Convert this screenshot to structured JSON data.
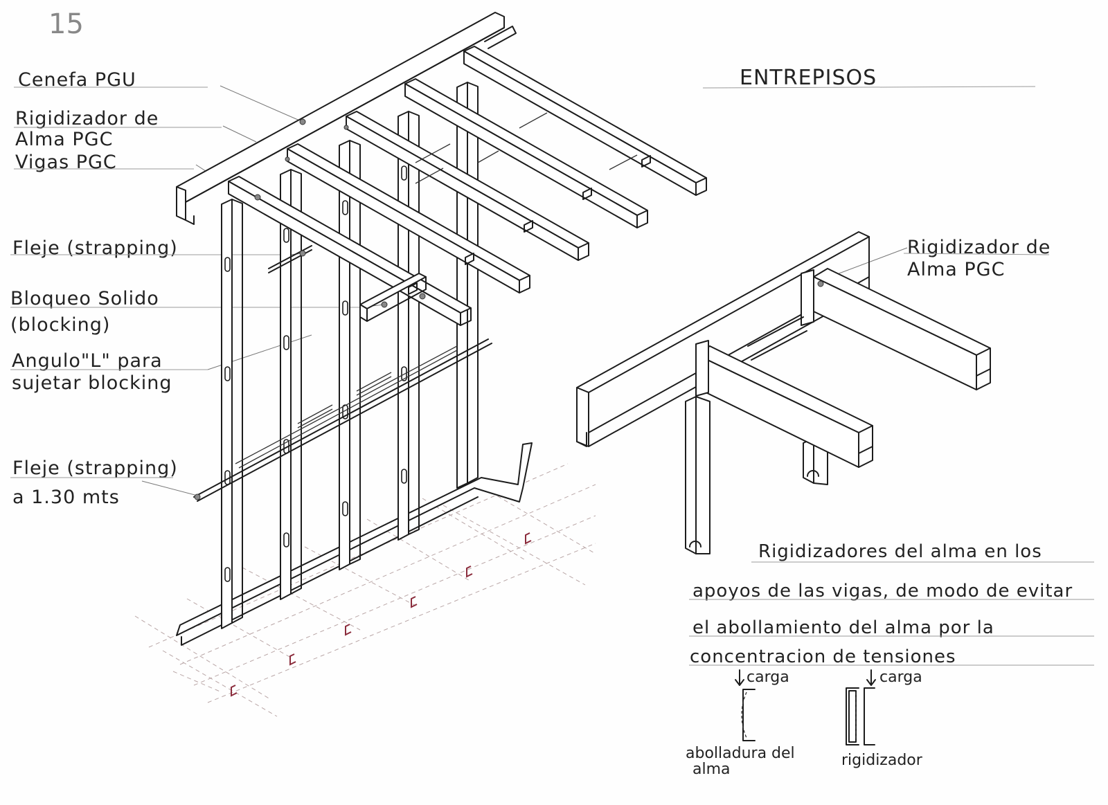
{
  "page_number": "15",
  "title": "ENTREPISOS",
  "labels": {
    "cenefa": "Cenefa PGU",
    "rigidizador_1": "Rigidizador de",
    "rigidizador_2": "Alma PGC",
    "vigas": "Vigas PGC",
    "fleje_1": "Fleje (strapping)",
    "bloqueo_1": "Bloqueo Solido",
    "bloqueo_2": "(blocking)",
    "angulo_1": "Angulo\"L\" para",
    "angulo_2": "sujetar blocking",
    "fleje_2": "Fleje (strapping)",
    "fleje_2b": "a 1.30 mts",
    "detail_rig_1": "Rigidizador de",
    "detail_rig_2": "Alma PGC"
  },
  "note": {
    "line1": "Rigidizadores del alma en los",
    "line2": "apoyos de las vigas, de modo de evitar",
    "line3": "el abollamiento del alma por la",
    "line4": "concentracion de tensiones"
  },
  "sketch": {
    "carga_left": "carga",
    "carga_right": "carga",
    "caption_left_1": "abolladura del",
    "caption_left_2": "alma",
    "caption_right": "rigidizador"
  },
  "colors": {
    "ink": "#1c1c1c",
    "leader": "#777777",
    "grid": "#b9a6a6",
    "mark": "#8b2c3c"
  }
}
